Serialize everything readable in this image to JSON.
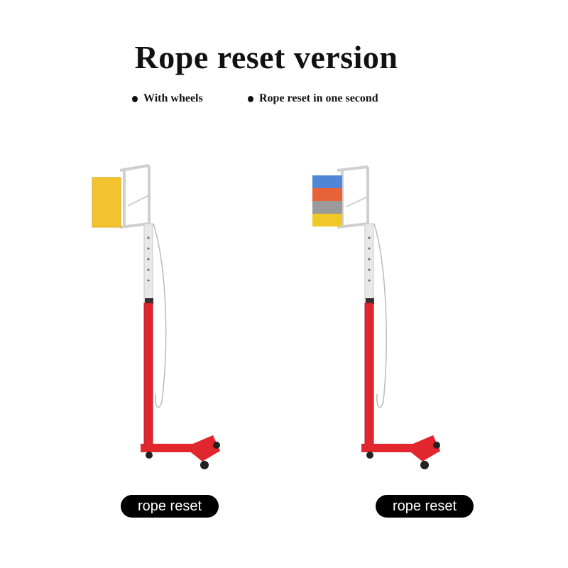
{
  "title": "Rope reset version",
  "features": [
    {
      "label": "With wheels"
    },
    {
      "label": "Rope reset in one second"
    }
  ],
  "products": [
    {
      "badge": "rope reset",
      "board_style": "yellow",
      "board_colors": [
        "#f2c230"
      ]
    },
    {
      "badge": "rope reset",
      "board_style": "multicolor",
      "board_colors": [
        "#4f87d6",
        "#e8623a",
        "#9a9a9a",
        "#f0c828"
      ]
    }
  ],
  "colors": {
    "pole_red": "#e2262e",
    "frame_silver": "#dcdcdc",
    "badge_bg": "#000000",
    "badge_text": "#ffffff"
  }
}
